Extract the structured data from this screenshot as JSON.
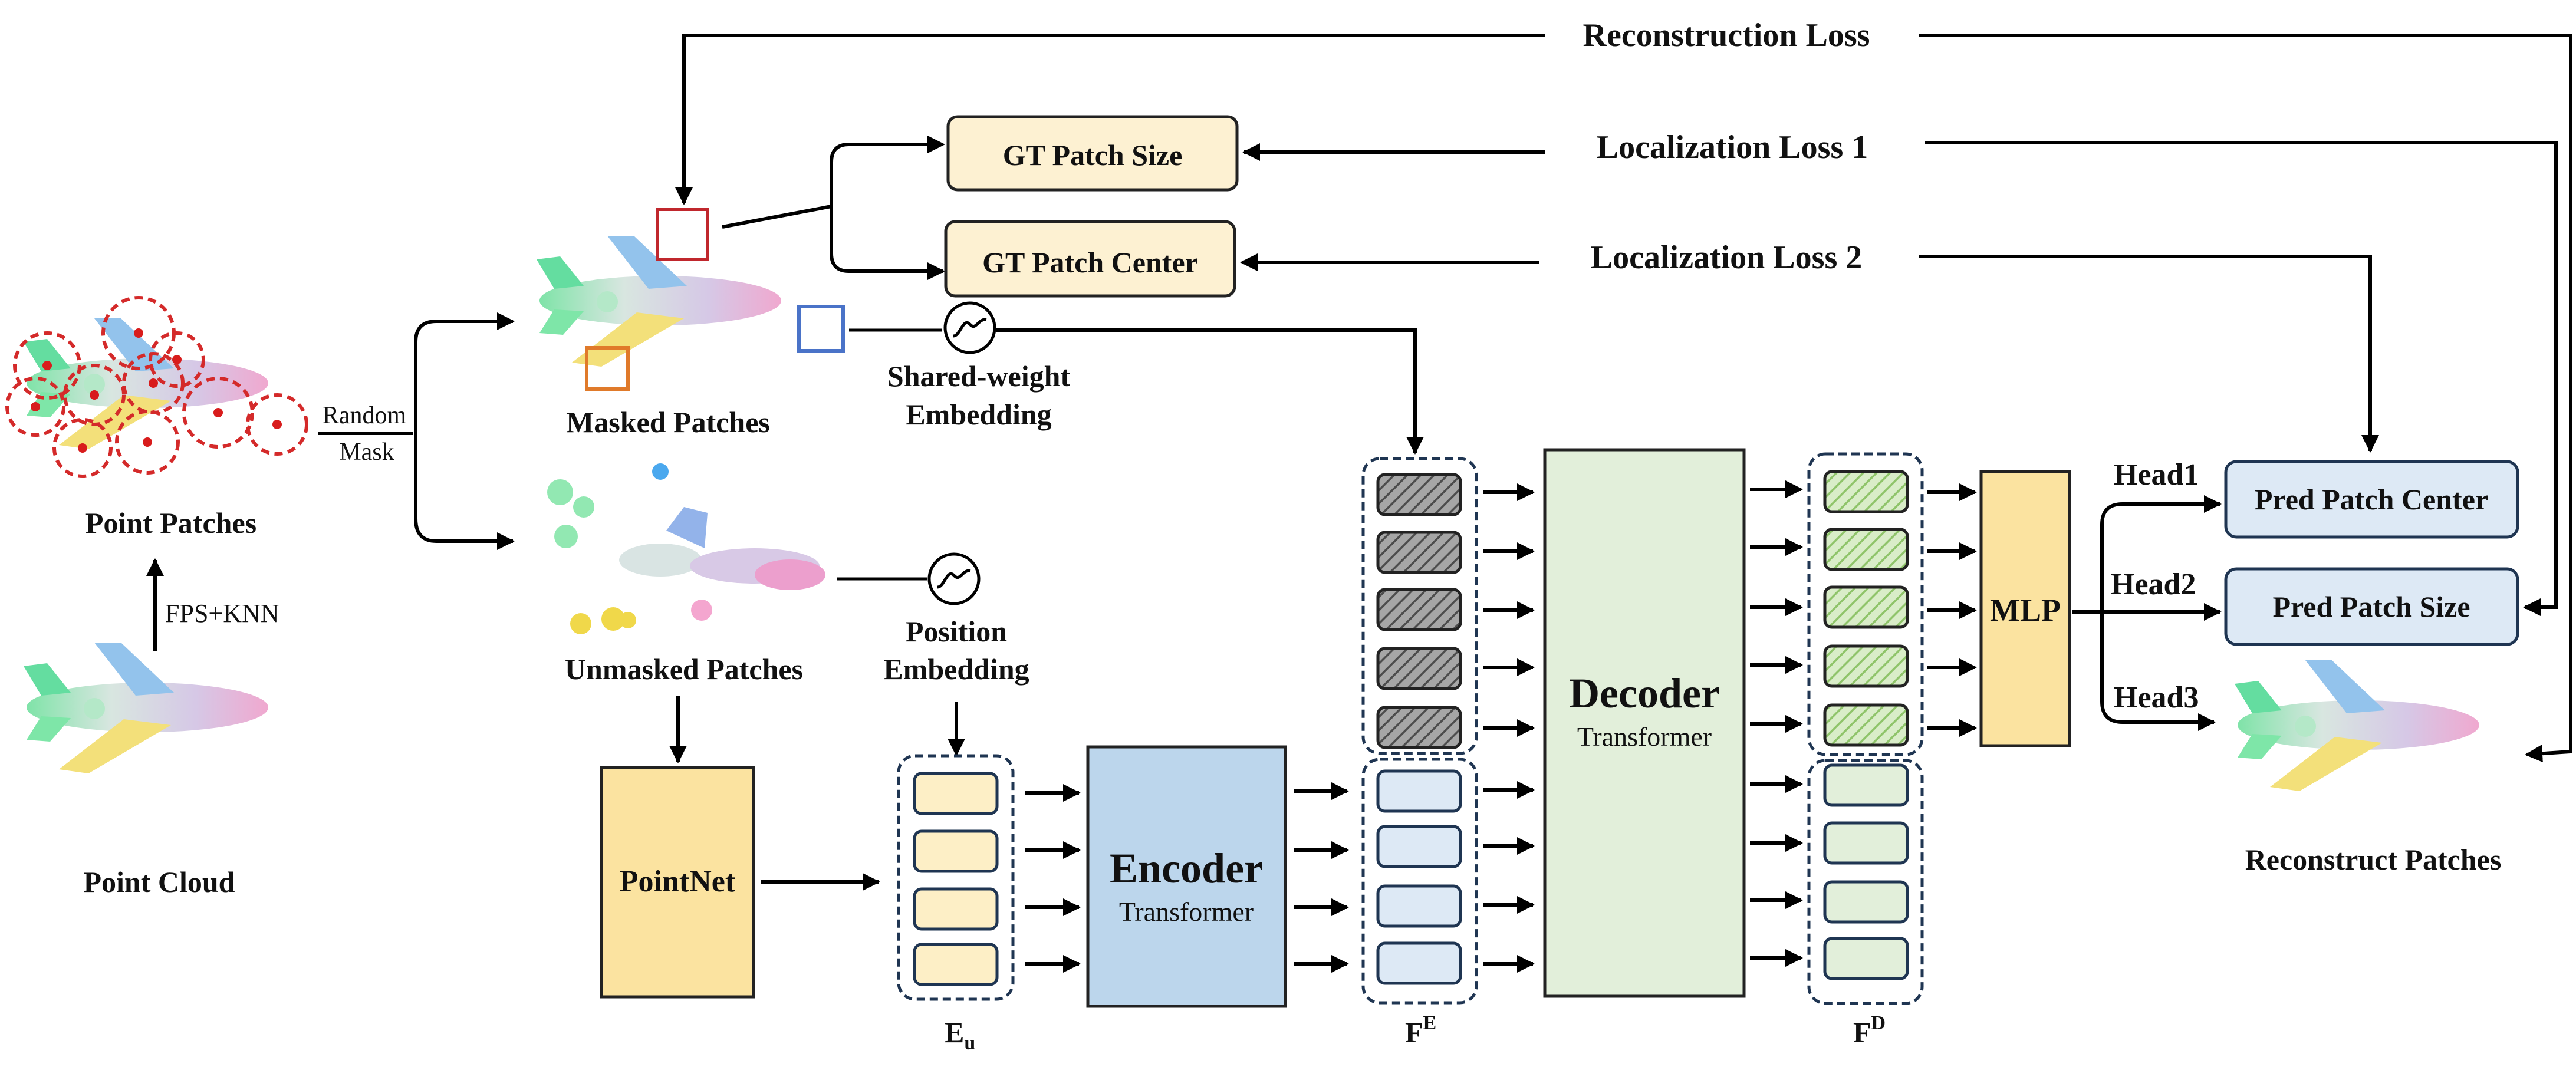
{
  "labels": {
    "point_cloud": "Point Cloud",
    "fps_knn": "FPS+KNN",
    "point_patches": "Point Patches",
    "random": "Random",
    "mask": "Mask",
    "masked_patches": "Masked Patches",
    "unmasked_patches": "Unmasked Patches",
    "shared_weight_1": "Shared-weight",
    "shared_weight_2": "Embedding",
    "position_1": "Position",
    "position_2": "Embedding",
    "pointnet": "PointNet",
    "encoder": "Encoder",
    "encoder_sub": "Transformer",
    "decoder": "Decoder",
    "decoder_sub": "Transformer",
    "mlp": "MLP",
    "eu_main": "E",
    "eu_sub": "u",
    "fe_main": "F",
    "fe_sup": "E",
    "fd_main": "F",
    "fd_sup": "D",
    "head1": "Head1",
    "head2": "Head2",
    "head3": "Head3",
    "gt_patch_size": "GT Patch Size",
    "gt_patch_center": "GT Patch Center",
    "pred_patch_center": "Pred Patch Center",
    "pred_patch_size": "Pred Patch Size",
    "reconstruct_patches": "Reconstruct Patches",
    "reconstruction_loss": "Reconstruction Loss",
    "localization_loss_1": "Localization Loss 1",
    "localization_loss_2": "Localization Loss 2"
  },
  "colors": {
    "pointnet": "#fbe3a0",
    "encoder": "#bcd6ec",
    "decoder": "#e2efda",
    "mlp": "#fbe3a0",
    "gt_box": "#fdf1d2",
    "pred_box": "#dde9f5",
    "eu_token": "#fdefc6",
    "fe_token": "#dde9f5",
    "fd_token": "#e2efda",
    "masked_token": "#a8a8a8",
    "fd_masked_token": "#c9e3b5"
  },
  "icons": [
    "airplane-point-cloud",
    "sine-embedding-icon",
    "bounding-cube-icon"
  ]
}
